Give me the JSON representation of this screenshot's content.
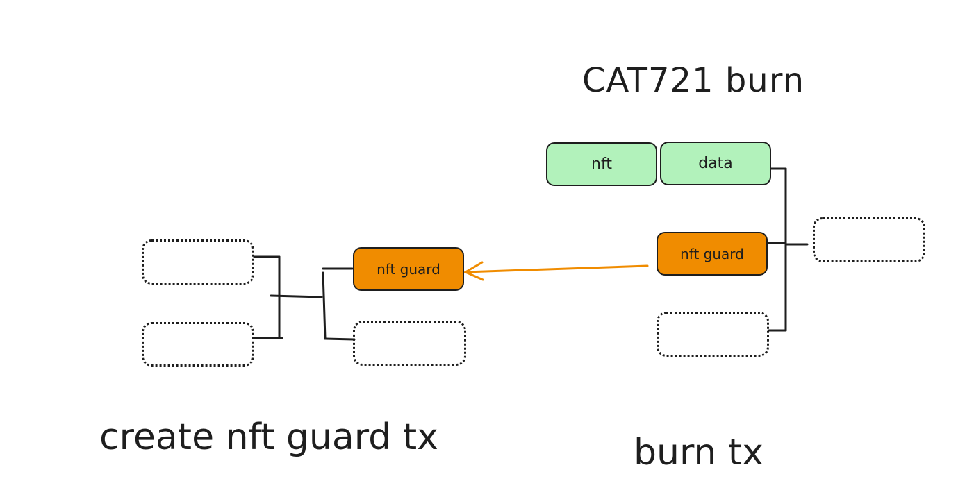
{
  "title": "CAT721 burn",
  "burn_tx": {
    "label": "burn tx",
    "inputs": [
      "nft",
      "data"
    ],
    "guard_input": "nft guard"
  },
  "create_tx": {
    "label": "create nft guard tx",
    "guard_output": "nft guard"
  },
  "colors": {
    "green": "#b2f2bb",
    "orange": "#f08c00",
    "stroke": "#1e1e1e"
  }
}
